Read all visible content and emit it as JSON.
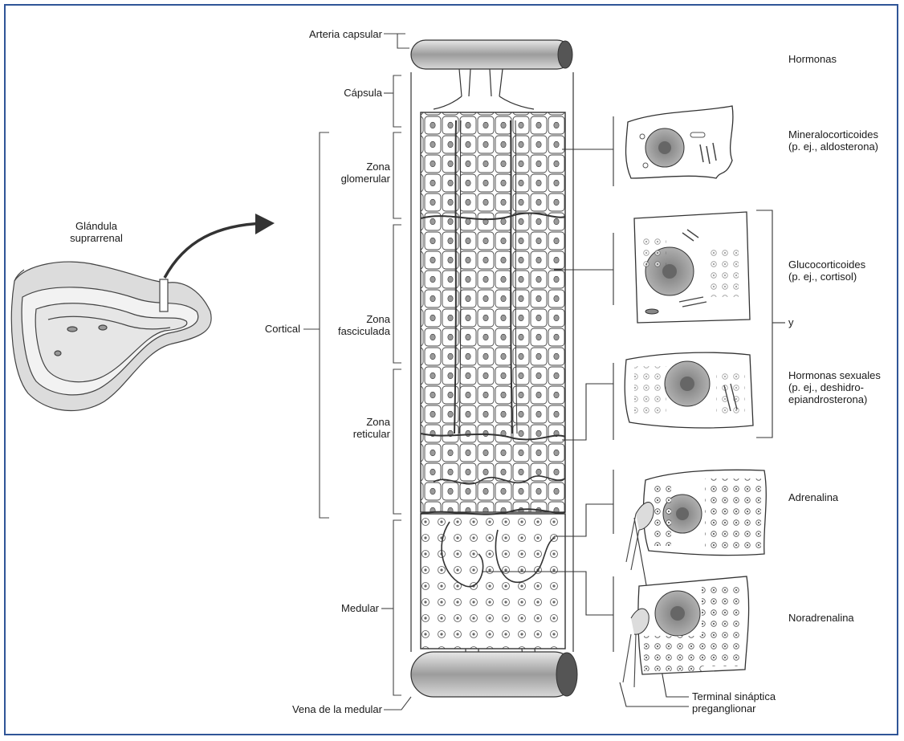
{
  "colors": {
    "frame": "#2f5597",
    "ink": "#333333",
    "vessel": "#b9b9b9",
    "nucleus": "#8a8a8a"
  },
  "gland": {
    "label_line1": "Glándula",
    "label_line2": "suprarrenal"
  },
  "left_labels": {
    "arteria": "Arteria capsular",
    "capsula": "Cápsula",
    "cortical": "Cortical",
    "zona_glom_1": "Zona",
    "zona_glom_2": "glomerular",
    "zona_fasc_1": "Zona",
    "zona_fasc_2": "fasciculada",
    "zona_ret_1": "Zona",
    "zona_ret_2": "reticular",
    "medular": "Medular",
    "vena": "Vena de la medular"
  },
  "right_labels": {
    "hormonas": "Hormonas",
    "mineral_1": "Mineralocorticoides",
    "mineral_2": "(p. ej., aldosterona)",
    "gluco_1": "Glucocorticoides",
    "gluco_2": "(p. ej., cortisol)",
    "y": "y",
    "sex_1": "Hormonas sexuales",
    "sex_2": "(p. ej., deshidro-",
    "sex_3": "epiandrosterona)",
    "adrenalina": "Adrenalina",
    "noradrenalina": "Noradrenalina",
    "terminal_1": "Terminal sináptica",
    "terminal_2": "preganglionar"
  }
}
